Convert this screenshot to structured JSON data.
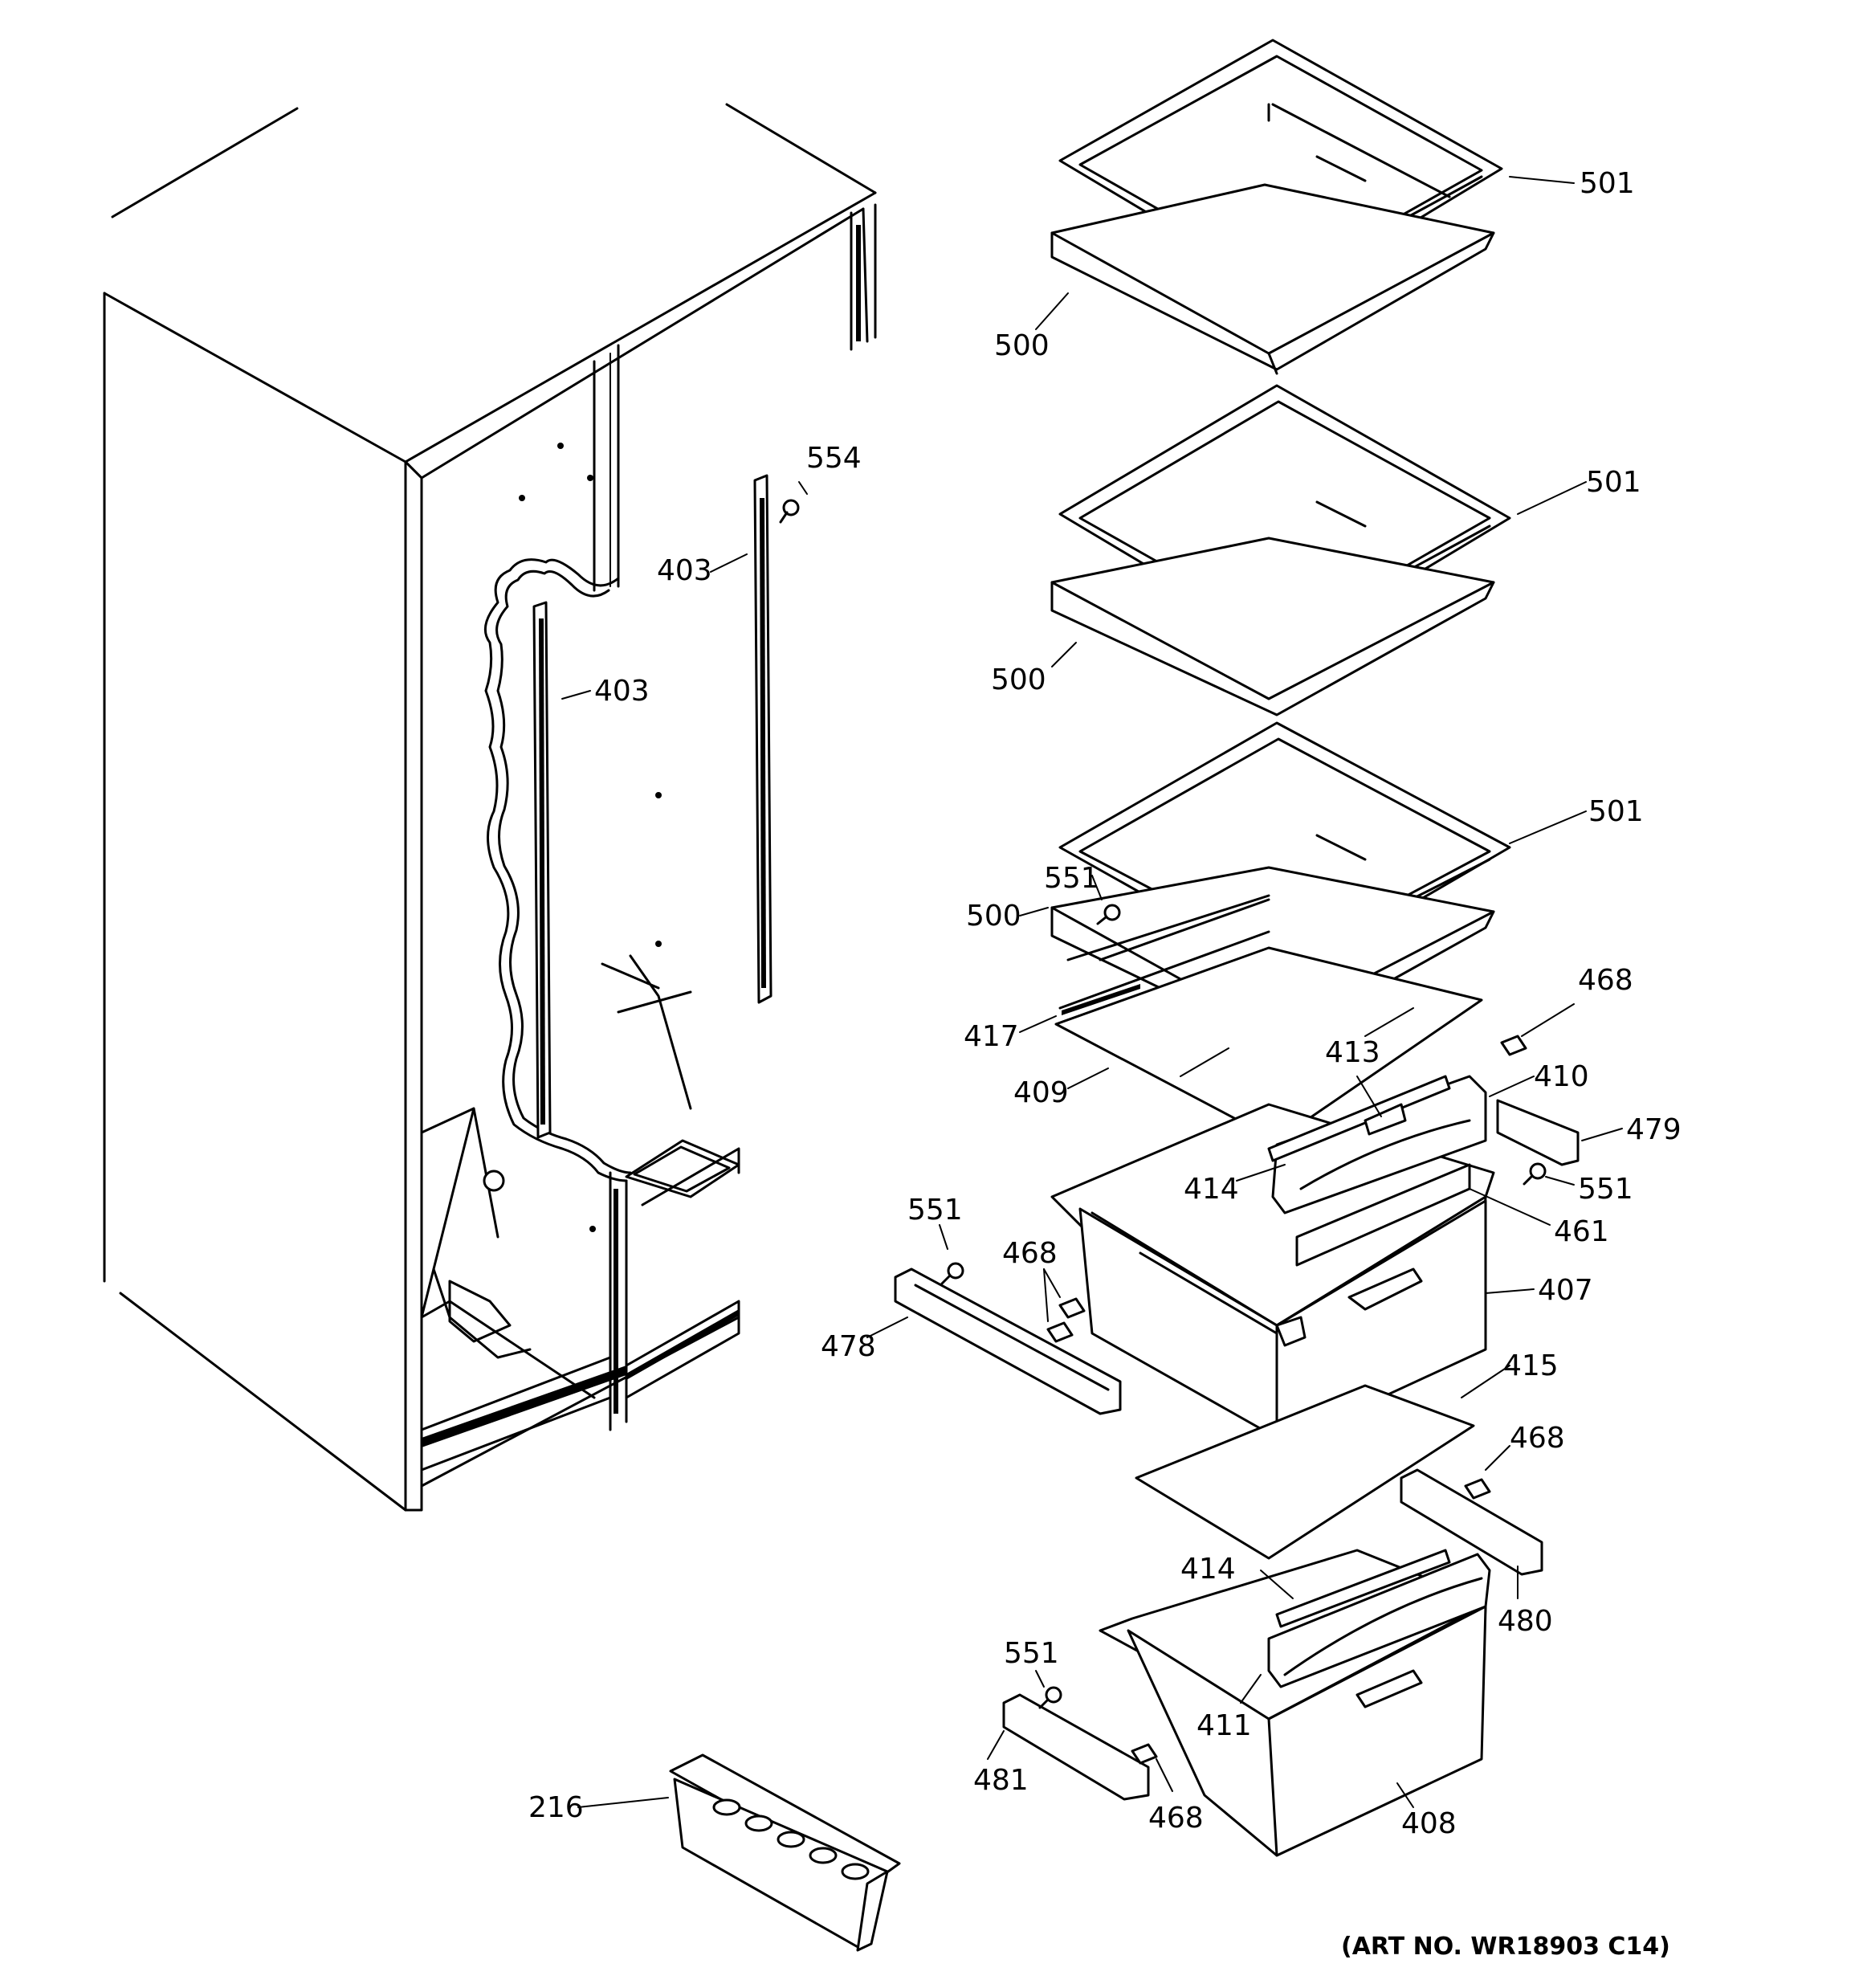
{
  "labels": {
    "l501a": "501",
    "l500a": "500",
    "l501b": "501",
    "l500b": "500",
    "l501c": "501",
    "l500c": "500",
    "l551a": "551",
    "l554": "554",
    "l403a": "403",
    "l403b": "403",
    "l468a": "468",
    "l417": "417",
    "l413": "413",
    "l410": "410",
    "l409": "409",
    "l479": "479",
    "l414a": "414",
    "l551b": "551",
    "l461": "461",
    "l551c": "551",
    "l468b": "468",
    "l407": "407",
    "l478": "478",
    "l415": "415",
    "l468c": "468",
    "l414b": "414",
    "l480": "480",
    "l551d": "551",
    "l411": "411",
    "l481": "481",
    "l468d": "468",
    "l216": "216",
    "l408": "408"
  },
  "art_number": "(ART NO. WR18903 C14)"
}
